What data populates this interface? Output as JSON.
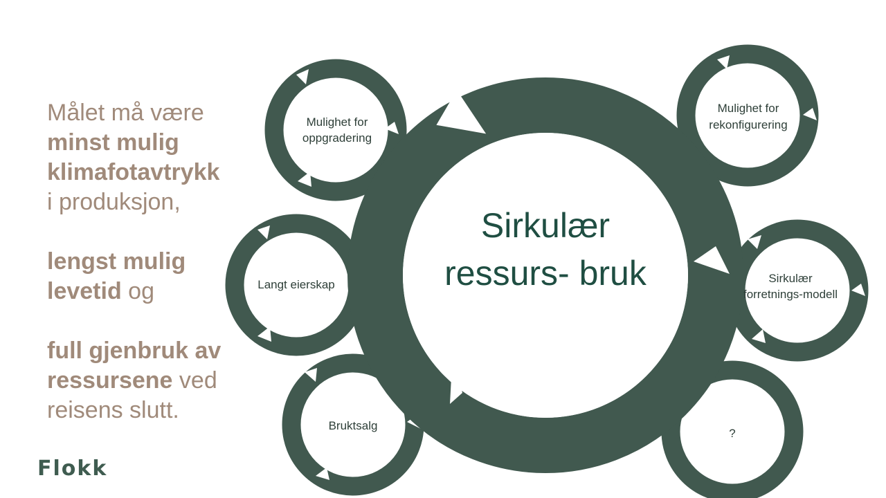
{
  "left_text": {
    "line1": "Målet må være",
    "line2": "minst mulig",
    "line3": "klimafotavtrykk",
    "line4": "i produksjon,",
    "line5_bold": "lengst mulig",
    "line6_bold": "levetid",
    "line6_normal": " og",
    "line7": "full gjenbruk av",
    "line8_bold": "ressursene",
    "line8_normal": " ved",
    "line9": "reisens slutt."
  },
  "center": {
    "line1": "Sirkulær",
    "line2": "ressurs- bruk"
  },
  "circles": {
    "upgrade": {
      "line1": "Mulighet for",
      "line2": "oppgradering"
    },
    "reconfig": {
      "line1": "Mulighet for",
      "line2": "rekonfigurering"
    },
    "ownership": {
      "line1": "Langt eierskap"
    },
    "business": {
      "line1": "Sirkulær",
      "line2": "forretnings-modell"
    },
    "used": {
      "line1": "Bruktsalg"
    },
    "unknown": {
      "line1": "?"
    }
  },
  "logo": {
    "text": "Flokk"
  },
  "colors": {
    "ring": "#41594f",
    "accent_text": "#a08a7a",
    "center_text": "#1f4e42"
  }
}
